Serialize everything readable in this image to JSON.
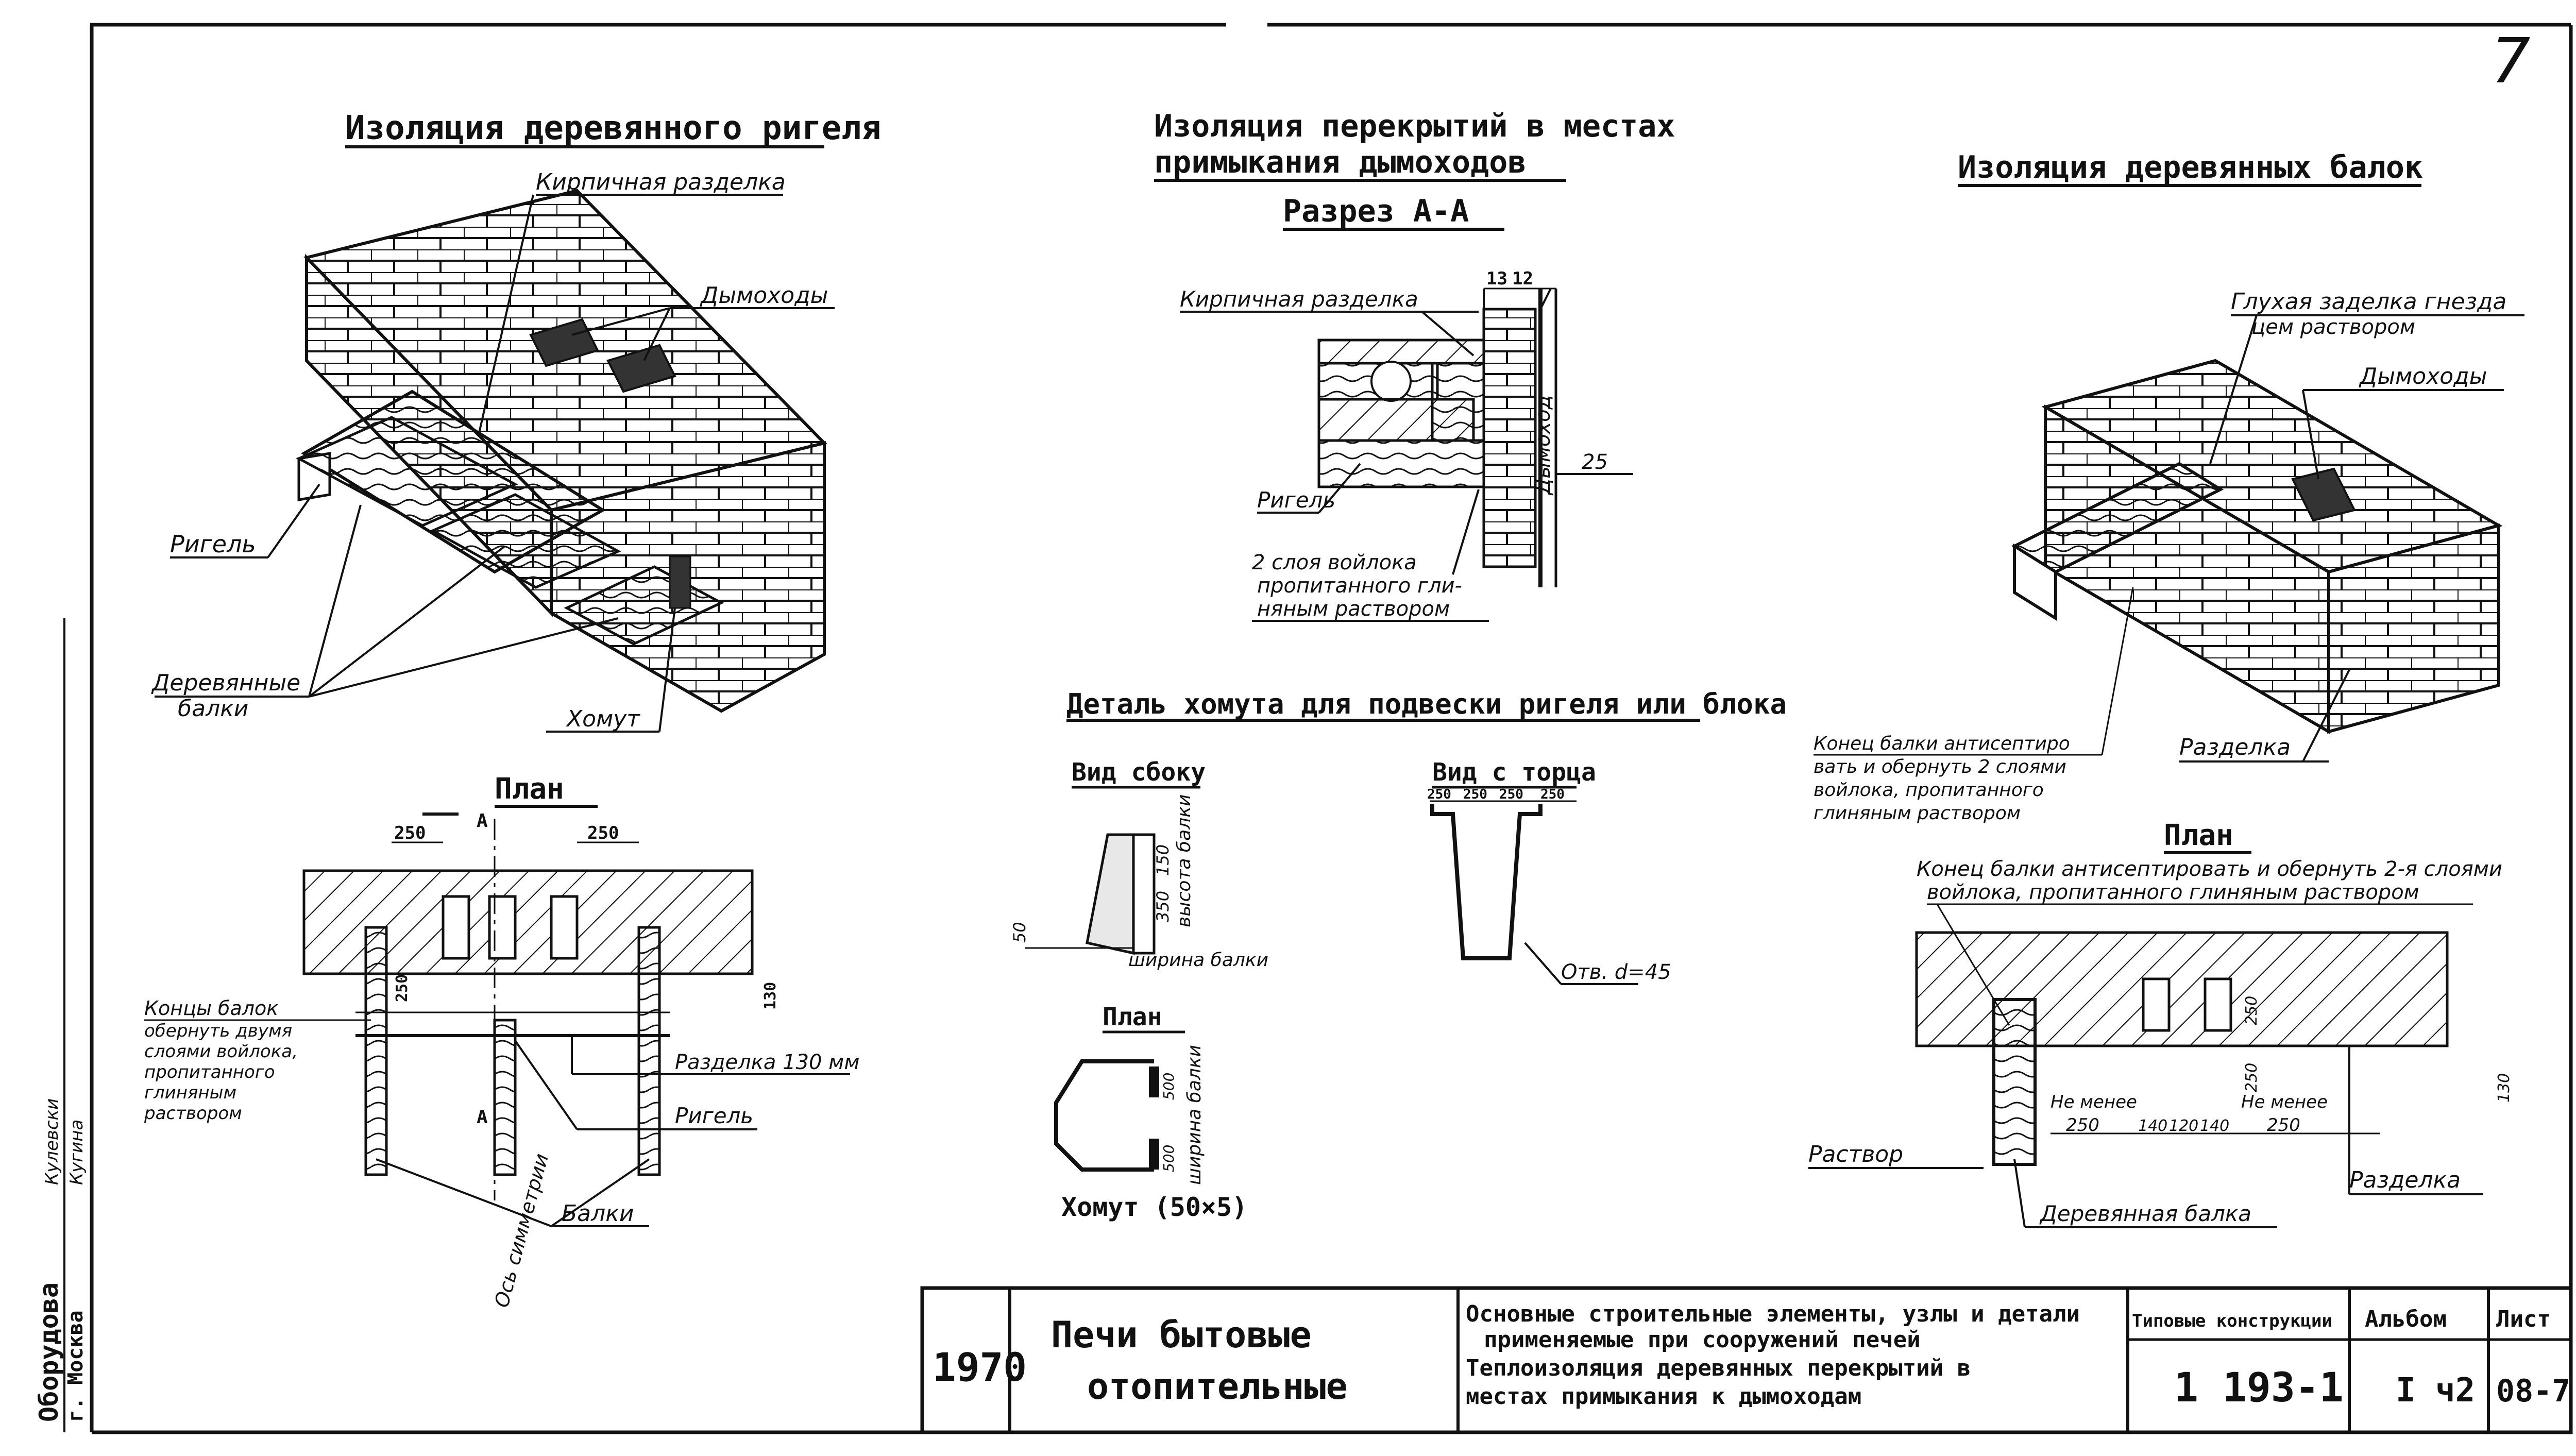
{
  "sheet_number": "7",
  "left_detail": {
    "title": "Изоляция деревянного ригеля",
    "labels": {
      "brick": "Кирпичная разделка",
      "flues": "Дымоходы",
      "girder": "Ригель",
      "beams_line1": "Деревянные",
      "beams_line2": "балки",
      "clamp": "Хомут"
    }
  },
  "center_section": {
    "title_line1": "Изоляция перекрытий в местах",
    "title_line2": "примыкания дымоходов",
    "subtitle": "Разрез А-А",
    "labels": {
      "brick": "Кирпичная разделка",
      "girder": "Ригель",
      "felt_line1": "2 слоя войлока",
      "felt_line2": "пропитанного гли-",
      "felt_line3": "няным раствором",
      "flue": "Дымоход",
      "dim_13": "13",
      "dim_12": "12",
      "dim_25": "25"
    }
  },
  "right_detail": {
    "title": "Изоляция деревянных балок",
    "labels": {
      "seal_line1": "Глухая заделка гнезда",
      "seal_line2": "цем раствором",
      "flues": "Дымоходы",
      "end_line1": "Конец балки антисептиро",
      "end_line2": "вать и обернуть 2 слоями",
      "end_line3": "войлока, пропитанного",
      "end_line4": "глиняным раствором",
      "cut": "Разделка"
    }
  },
  "left_plan": {
    "title": "План",
    "labels": {
      "dim_250a": "250",
      "dim_250b": "250",
      "dim_250c": "250",
      "dim_130": "130",
      "section_a": "А",
      "ends_line1": "Концы балок",
      "ends_line2": "обернуть двумя",
      "ends_line3": "слоями войлока,",
      "ends_line4": "пропитанного",
      "ends_line5": "глиняным",
      "ends_line6": "раствором",
      "cut": "Разделка 130 мм",
      "girder": "Ригель",
      "beams": "Балки",
      "axis": "Ось симметрии"
    }
  },
  "clamp_detail": {
    "title": "Деталь хомута для подвески ригеля или блока",
    "side_view": "Вид сбоку",
    "end_view": "Вид с торца",
    "plan": "План",
    "caption": "Хомут (50×5)",
    "labels": {
      "beam_height": "высота балки",
      "beam_width": "ширина балки",
      "dim_50": "50",
      "dim_350": "350",
      "dim_150": "150",
      "hole": "Отв. d=45",
      "dim_250a": "250",
      "dim_250b": "250",
      "dim_250c": "250",
      "dim_250d": "250",
      "dim_500a": "500",
      "dim_500b": "500",
      "width_plan": "ширина балки"
    }
  },
  "right_plan": {
    "title": "План",
    "note_line1": "Конец балки антисептировать и обернуть 2-я слоями",
    "note_line2": "войлока, пропитанного глиняным раствором",
    "labels": {
      "min1": "Не менее",
      "min1_val": "250",
      "d140a": "140",
      "d120": "120",
      "d140b": "140",
      "min2": "Не менее",
      "min2_val": "250",
      "d250a": "250",
      "d250b": "250",
      "d130": "130",
      "mortar": "Раствор",
      "cut": "Разделка",
      "beam": "Деревянная балка"
    }
  },
  "title_block": {
    "year": "1970",
    "name_line1": "Печи бытовые",
    "name_line2": "отопительные",
    "desc_line1": "Основные строительные элементы, узлы и детали",
    "desc_line2": "применяемые при сооружений печей",
    "desc_line3": "Теплоизоляция деревянных перекрытий в",
    "desc_line4": "местах примыкания к дымоходам",
    "series_label": "Типовые конструкции",
    "series": "1 193-1",
    "album_label": "Альбом",
    "album": "I ч2",
    "sheet_label": "Лист",
    "sheet": "08-7"
  },
  "side_stamp": {
    "org": "Оборудова",
    "city": "г. Москва",
    "name1": "Кулевски",
    "name2": "Кугина"
  }
}
